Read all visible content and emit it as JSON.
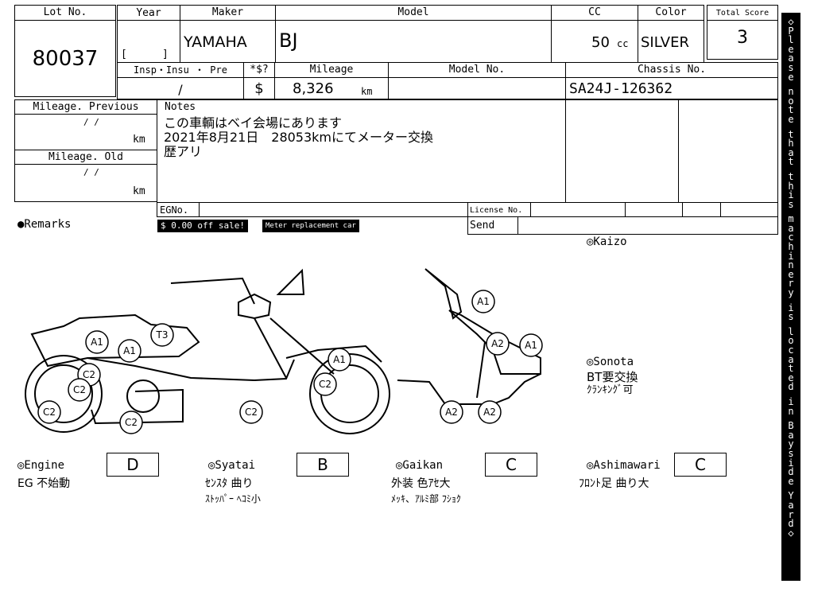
{
  "header": {
    "lot_no_label": "Lot No.",
    "lot_no": "80037",
    "year_label": "Year",
    "year_bracket_open": "[",
    "year_bracket_close": "]",
    "maker_label": "Maker",
    "maker": "YAMAHA",
    "model_label": "Model",
    "model": "BJ",
    "cc_label": "CC",
    "cc_value": "50",
    "cc_unit": "cc",
    "color_label": "Color",
    "color": "SILVER",
    "total_score_label": "Total Score",
    "total_score": "3"
  },
  "row2": {
    "insp_label": "Insp・Insu ・ Pre",
    "insp_value": "/",
    "dollar_label": "*$?",
    "dollar_value": "$",
    "mileage_label": "Mileage",
    "mileage_value": "8,326",
    "mileage_unit": "km",
    "model_no_label": "Model No.",
    "model_no": "",
    "chassis_label": "Chassis No.",
    "chassis_no": "SA24J-126362"
  },
  "mileage_prev": {
    "label": "Mileage. Previous",
    "date": "/   /",
    "unit": "km"
  },
  "mileage_old": {
    "label": "Mileage. Old",
    "date": "/   /",
    "unit": "km"
  },
  "notes": {
    "label": "Notes",
    "lines": [
      "この車輌はベイ会場にあります",
      "2021年8月21日　28053kmにてメーター交換",
      "歴アリ"
    ]
  },
  "eg_no_label": "EGNo.",
  "license_label": "License No.",
  "send_label": "Send",
  "remarks_label": "●Remarks",
  "tags": [
    "$ 0.00 off sale!",
    "Meter replacement car"
  ],
  "kaizo_label": "◎Kaizo",
  "sonota": {
    "label": "◎Sonota",
    "lines": [
      "BT要交換",
      "ｸﾗﾝｷﾝｸﾞ可"
    ]
  },
  "diagram": {
    "marks_left": [
      "A1",
      "A1",
      "T3",
      "C2",
      "C2",
      "C2",
      "C2",
      "C2",
      "A1",
      "C2"
    ],
    "marks_right": [
      "A1",
      "A2",
      "A1",
      "A2",
      "A2"
    ]
  },
  "grades": [
    {
      "label": "◎Engine",
      "grade": "D",
      "notes": [
        "EG 不始動"
      ]
    },
    {
      "label": "◎Syatai",
      "grade": "B",
      "notes": [
        "ｾﾝｽﾀ 曲り",
        "ｽﾄｯﾊﾟｰ ﾍｺﾐ小"
      ]
    },
    {
      "label": "◎Gaikan",
      "grade": "C",
      "notes": [
        "外装 色ｱｾ大",
        "ﾒｯｷ、ｱﾙﾐ部 ﾌｼｮｸ"
      ]
    },
    {
      "label": "◎Ashimawari",
      "grade": "C",
      "notes": [
        "ﾌﾛﾝﾄ足 曲り大"
      ]
    }
  ],
  "sidebar_text": "Please note that this machinery is located in Bayside Yard"
}
